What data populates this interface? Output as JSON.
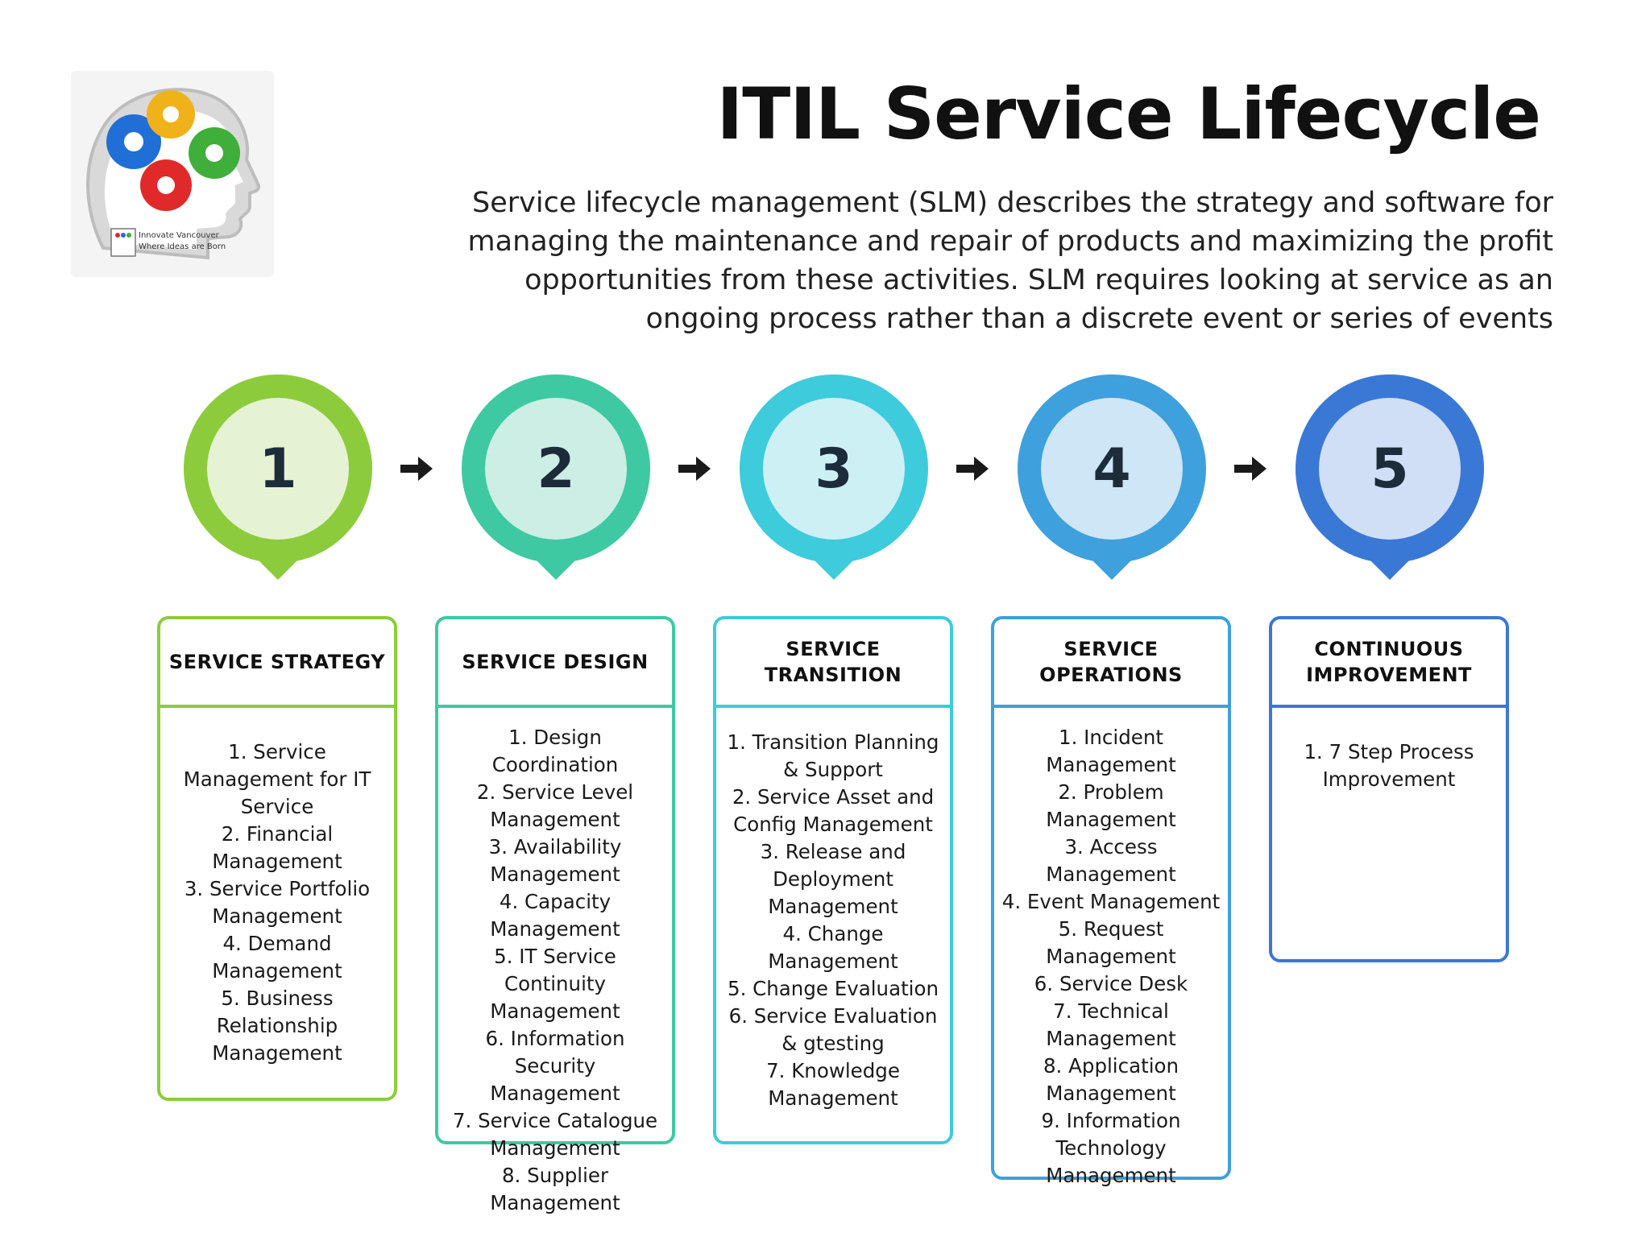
{
  "logo": {
    "line1": "Innovate Vancouver",
    "line2": "Where Ideas are Born"
  },
  "title": "ITIL Service Lifecycle",
  "description": "Service lifecycle management (SLM) describes the strategy and software for managing the maintenance and repair of products and maximizing the profit opportunities from these activities. SLM requires looking at service as an ongoing process rather than a discrete event or series of events",
  "steps": [
    {
      "number": "1",
      "header": "SERVICE STRATEGY",
      "color": "#8ccc3c",
      "inner_color": "#e6f2d4",
      "items": [
        "1. Service",
        "Management for IT",
        "Service",
        "2. Financial",
        "Management",
        "3. Service Portfolio",
        "Management",
        "4. Demand",
        "Management",
        "5. Business",
        "Relationship",
        "Management"
      ]
    },
    {
      "number": "2",
      "header": "SERVICE DESIGN",
      "color": "#3ec9a2",
      "inner_color": "#cdeee4",
      "items": [
        "1. Design Coordination",
        "2. Service Level",
        "Management",
        "3. Availability",
        "Management",
        "4. Capacity",
        "Management",
        "5. IT Service Continuity",
        "Management",
        "6. Information Security",
        "Management",
        "7. Service Catalogue",
        "Management",
        "8. Supplier Management"
      ]
    },
    {
      "number": "3",
      "header": "SERVICE TRANSITION",
      "color": "#3ecbdc",
      "inner_color": "#cdf0f5",
      "items": [
        "1. Transition Planning",
        "& Support",
        "2. Service Asset and",
        "Config Management",
        "3. Release and",
        "Deployment",
        "Management",
        "4. Change",
        "Management",
        "5. Change Evaluation",
        "6. Service Evaluation",
        "& gtesting",
        "7. Knowledge",
        "Management"
      ]
    },
    {
      "number": "4",
      "header_lines": [
        "SERVICE",
        "OPERATIONS"
      ],
      "color": "#3ea0dc",
      "inner_color": "#cfe6f6",
      "items": [
        "1. Incident",
        "Management",
        "2. Problem",
        "Management",
        "3. Access Management",
        "4. Event Management",
        "5. Request",
        "Management",
        "6. Service Desk",
        "7. Technical",
        "Management",
        "8. Application",
        "Management",
        "9. Information",
        "Technology",
        "Management"
      ]
    },
    {
      "number": "5",
      "header_lines": [
        "CONTINUOUS",
        "IMPROVEMENT"
      ],
      "color": "#3a78d6",
      "inner_color": "#d0dff6",
      "items": [
        "1.  7 Step Process",
        "Improvement"
      ]
    }
  ]
}
